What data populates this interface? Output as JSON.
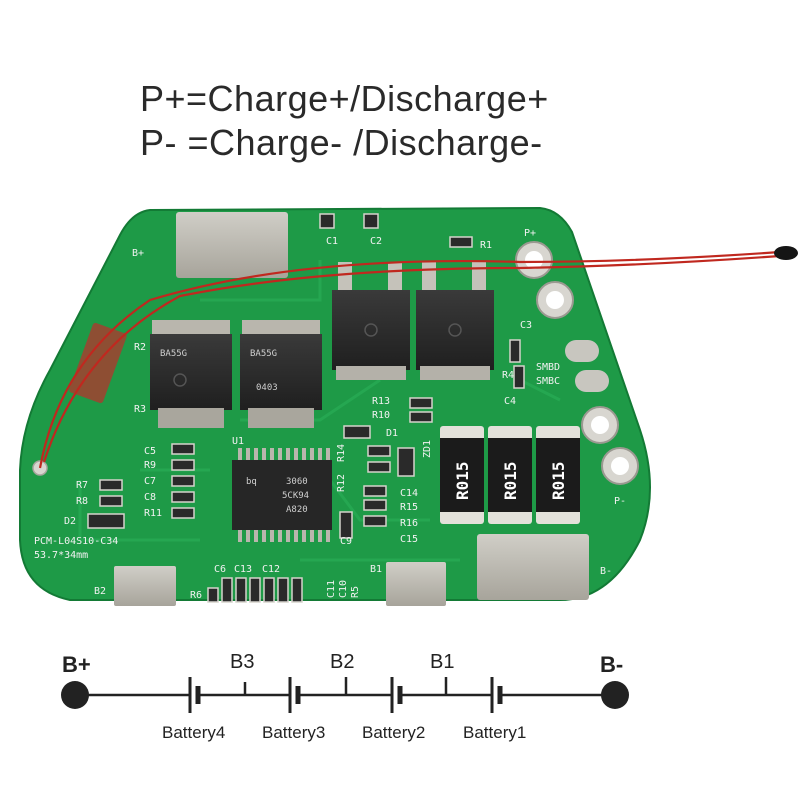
{
  "legend": {
    "line1": "P+=Charge+/Discharge+",
    "line2": "P- =Charge- /Discharge-"
  },
  "board": {
    "model": "PCM-L04S10-C34",
    "size": "53.7*34mm",
    "ic_line1": "bq",
    "ic_line2": "3060",
    "ic_line3": "5CK94",
    "ic_line4": "A820",
    "mosfet_marking": "BA55G",
    "mosfet_marking2": "0403",
    "shunt_marking": "R015",
    "silk": {
      "bplus": "B+",
      "c1": "C1",
      "c2": "C2",
      "r1": "R1",
      "pplus": "P+",
      "c3": "C3",
      "r4": "R4",
      "c4": "C4",
      "smbd": "SMBD",
      "smbc": "SMBC",
      "r2": "R2",
      "r3": "R3",
      "u1": "U1",
      "c5": "C5",
      "r9": "R9",
      "c7": "C7",
      "c8": "C8",
      "r11": "R11",
      "r7": "R7",
      "r8": "R8",
      "d2": "D2",
      "r13": "R13",
      "r10": "R10",
      "d1": "D1",
      "zd1": "ZD1",
      "r14": "R14",
      "r12": "R12",
      "c14": "C14",
      "r15": "R15",
      "r16": "R16",
      "c15": "C15",
      "c9": "C9",
      "c6": "C6",
      "c13": "C13",
      "c12": "C12",
      "r6": "R6",
      "c11": "C11",
      "c10": "C10",
      "r5": "R5",
      "b1": "B1",
      "b2": "B2",
      "bminus": "B-",
      "pminus": "P-"
    }
  },
  "diagram": {
    "bplus": "B+",
    "bminus": "B-",
    "taps": [
      "B3",
      "B2",
      "B1"
    ],
    "batteries": [
      "Battery4",
      "Battery3",
      "Battery2",
      "Battery1"
    ]
  },
  "colors": {
    "pcb": "#1e9a47",
    "pcb_dark": "#137a35",
    "pad": "#b9b6ad",
    "wire": "#c0281f",
    "chip": "#262626"
  }
}
